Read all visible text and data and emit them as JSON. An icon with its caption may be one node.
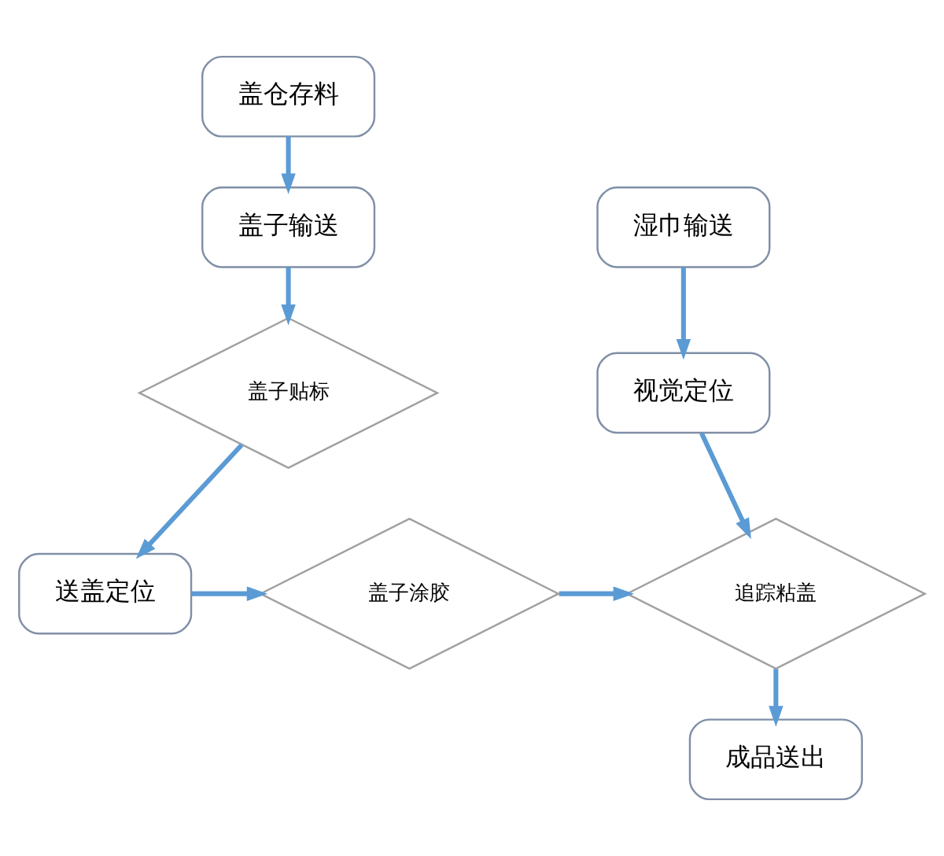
{
  "diagram": {
    "nodes": [
      {
        "text": [
          "盖仓存料"
        ]
      },
      {
        "text": [
          "盖子输送"
        ]
      },
      {
        "text": [
          "盖子贴标"
        ]
      },
      {
        "text": [
          "送盖定位"
        ]
      },
      {
        "text": [
          "盖子涂胶"
        ]
      },
      {
        "text": [
          "湿巾输送"
        ]
      },
      {
        "text": [
          "视觉定位"
        ]
      },
      {
        "text": [
          "追踪粘盖"
        ]
      },
      {
        "text": [
          "成品送出"
        ]
      }
    ],
    "edges": [
      {
        "from": 0,
        "to": 1,
        "arrow": "to"
      },
      {
        "from": 1,
        "to": 2,
        "arrow": "to"
      },
      {
        "from": 2,
        "to": 3,
        "arrow": "to"
      },
      {
        "from": 3,
        "to": 4,
        "arrow": "to"
      },
      {
        "from": 4,
        "to": 7,
        "arrow": "to"
      },
      {
        "from": 5,
        "to": 6,
        "arrow": "to"
      },
      {
        "from": 6,
        "to": 7,
        "arrow": "to"
      },
      {
        "from": 7,
        "to": 8,
        "arrow": "to"
      }
    ]
  }
}
